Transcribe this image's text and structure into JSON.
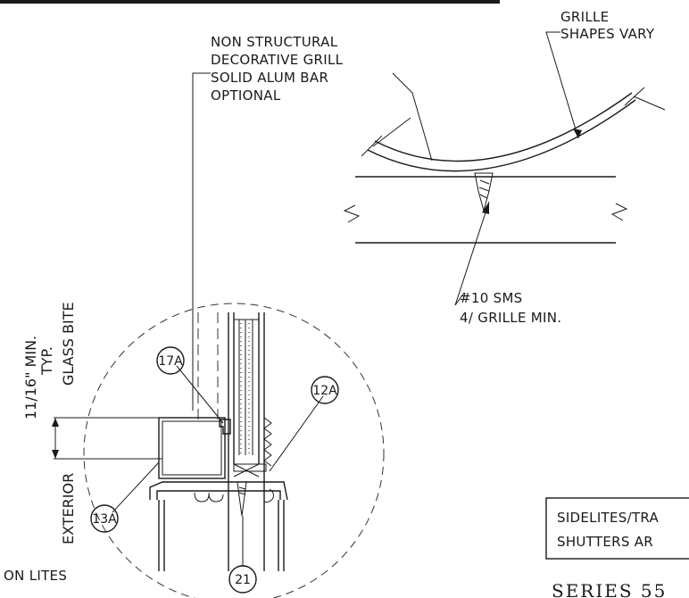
{
  "labels": {
    "grille_line1": "GRILLE",
    "grille_line2": "SHAPES VARY",
    "grill_note_1": "NON STRUCTURAL",
    "grill_note_2": "DECORATIVE GRILL",
    "grill_note_3": "SOLID ALUM BAR",
    "grill_note_4": "OPTIONAL",
    "sms_line1": "#10 SMS",
    "sms_line2": "4/ GRILLE MIN.",
    "dim_value": "11/16\" MIN.",
    "dim_typ": "TYP.",
    "glass_bite": "GLASS BITE",
    "exterior": "EXTERIOR",
    "on_lites": "ON LITES",
    "note_box_line1": "SIDELITES/TRA",
    "note_box_line2": "SHUTTERS AR",
    "series": "SERIES 55"
  },
  "callouts": {
    "c17a": "17A",
    "c12a": "12A",
    "c13a": "13A",
    "c21": "21"
  }
}
